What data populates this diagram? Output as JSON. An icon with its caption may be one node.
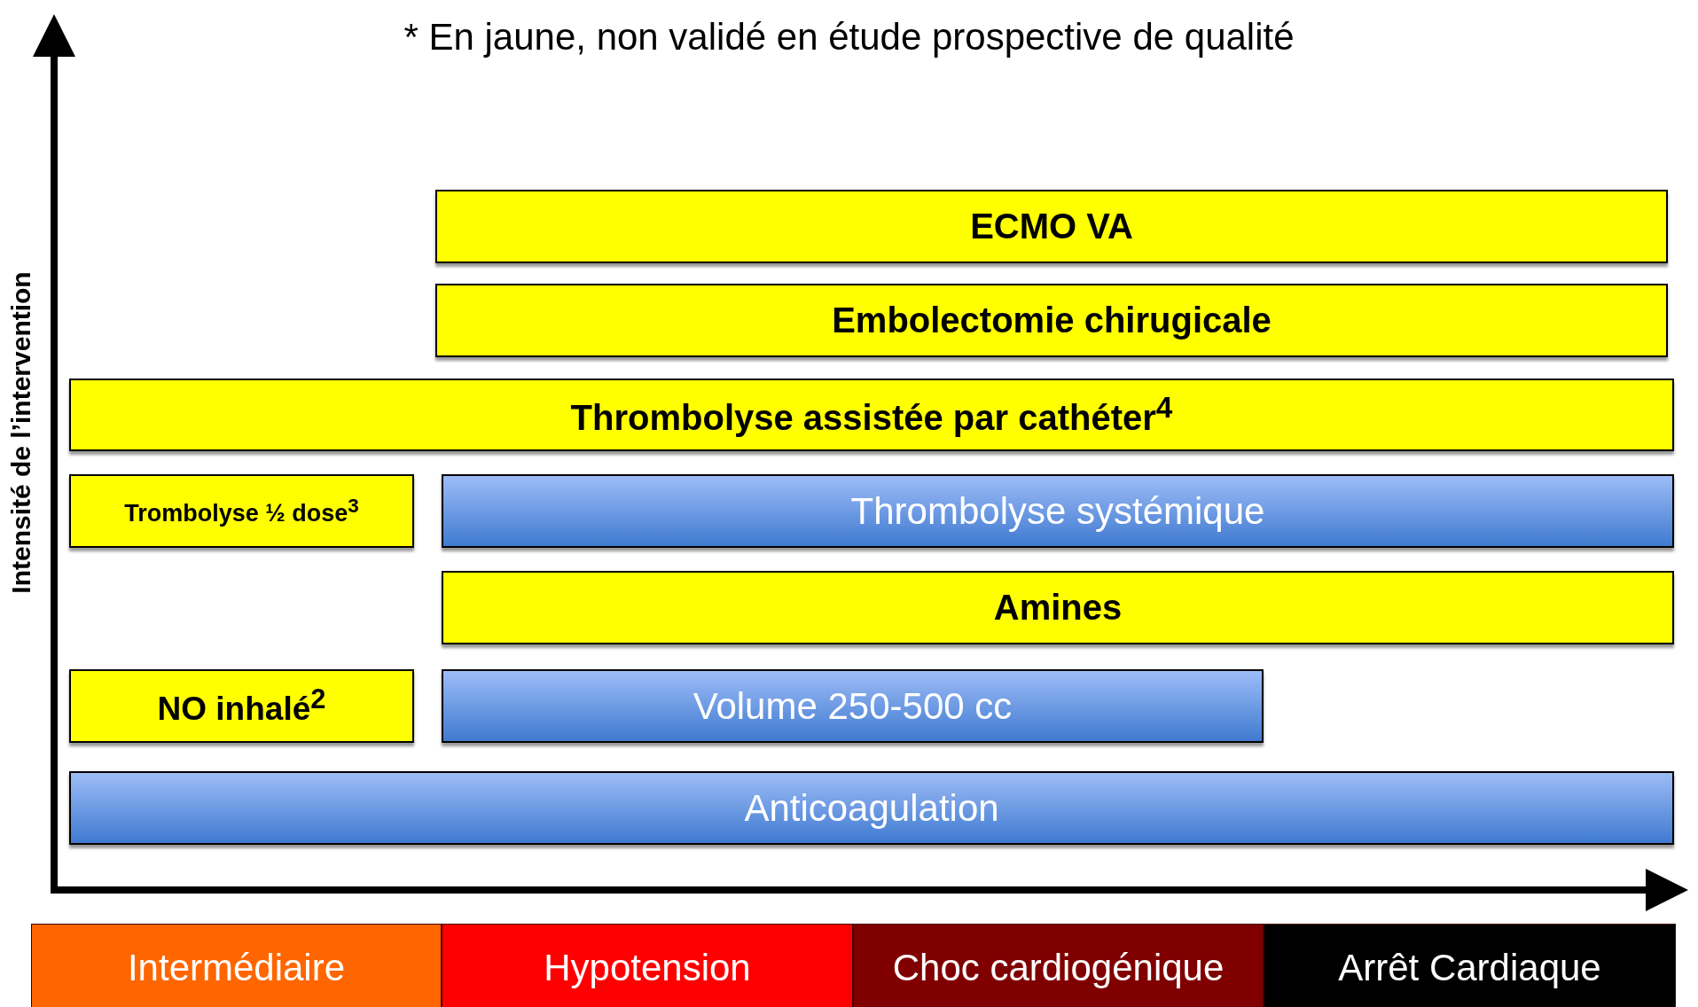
{
  "diagram": {
    "nodes": [
      {
        "text": [
          "ECMO VA"
        ]
      },
      {
        "text": [
          "Embolectomie chirugicale"
        ]
      },
      {
        "text": [
          "Thrombolyse assistée par cathéter$^{4}$"
        ]
      },
      {
        "text": [
          "Trombolyse ½ dose$^{3}$"
        ]
      },
      {
        "text": [
          "Thrombolyse systémique"
        ]
      },
      {
        "text": [
          "Amines"
        ]
      },
      {
        "text": [
          "NO inhalé$^{2}$"
        ]
      },
      {
        "text": [
          "Volume 250-500 cc"
        ]
      },
      {
        "text": [
          "Anticoagulation"
        ]
      },
      {
        "text": [
          "Intermédiaire"
        ]
      },
      {
        "text": [
          "Hypotension"
        ]
      },
      {
        "text": [
          "Choc cardiogénique"
        ]
      },
      {
        "text": [
          "Arrêt Cardiaque"
        ]
      }
    ],
    "edges": [],
    "labels": [
      "* En jaune, non validé en étude prospective de qualité",
      "Intensité de l’intervention"
    ]
  }
}
